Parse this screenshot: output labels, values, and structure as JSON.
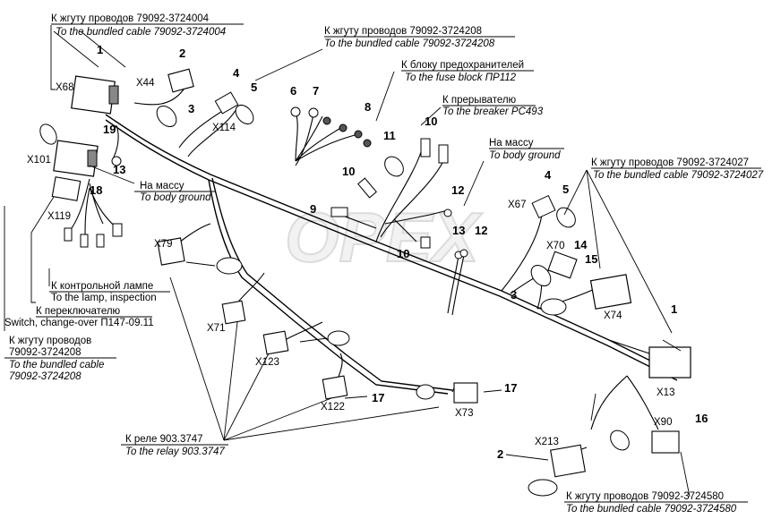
{
  "watermark": "OPEX",
  "callouts": {
    "top_left": {
      "ru": "К жгуту проводов 79092-3724004",
      "en": "To the bundled cable 79092-3724004"
    },
    "top_center": {
      "ru": "К жгуту проводов 79092-3724208",
      "en": "To the bundled cable 79092-3724208"
    },
    "fuse_block": {
      "ru": "К блоку предохранителей",
      "en": "To the fuse block ПР112"
    },
    "breaker": {
      "ru": "К прерывателю",
      "en": "To the breaker РС493"
    },
    "ground_mid": {
      "ru": "На массу",
      "en": "To body ground"
    },
    "cable_027": {
      "ru": "К жгуту проводов 79092-3724027",
      "en": "To the bundled cable 79092-3724027"
    },
    "ground_left": {
      "ru": "На массу",
      "en": "To body ground"
    },
    "lamp": {
      "ru": "К контрольной лампе",
      "en": "To the lamp, inspection"
    },
    "switch": {
      "ru": "К переключателю",
      "en": "Switch, change-over П147-09.11"
    },
    "cable_208_left": {
      "ru1": "К жгуту проводов",
      "ru2": "79092-3724208",
      "en1": "To the bundled cable",
      "en2": "79092-3724208"
    },
    "relay": {
      "ru": "К реле 903.3747",
      "en": "To the relay 903.3747"
    },
    "cable_580": {
      "ru": "К жгуту проводов 79092-3724580",
      "en": "To the bundled cable 79092-3724580"
    }
  },
  "connectors": {
    "x68": "X68",
    "x44": "X44",
    "x114": "X114",
    "x101": "X101",
    "x119": "X119",
    "x79": "X79",
    "x71": "X71",
    "x123": "X123",
    "x122": "X122",
    "x73": "X73",
    "x67": "X67",
    "x70": "X70",
    "x74": "X74",
    "x13": "X13",
    "x90": "X90",
    "x213": "X213"
  },
  "numbers": {
    "n1_top": "1",
    "n2_top": "2",
    "n3_top": "3",
    "n4_top": "4",
    "n5_top": "5",
    "n6": "6",
    "n7": "7",
    "n8": "8",
    "n10_a": "10",
    "n10_b": "10",
    "n10_c": "10",
    "n11": "11",
    "n12_a": "12",
    "n12_b": "12",
    "n13_a": "13",
    "n13_b": "13",
    "n18": "18",
    "n19": "19",
    "n9": "9",
    "n4_r": "4",
    "n5_r": "5",
    "n14": "14",
    "n15": "15",
    "n3_r": "3",
    "n1_r": "1",
    "n17_a": "17",
    "n17_b": "17",
    "n16": "16",
    "n2_r": "2"
  }
}
